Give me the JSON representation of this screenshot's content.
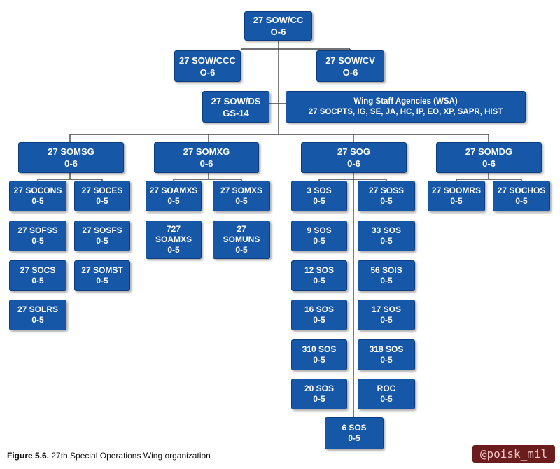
{
  "boxes": {
    "sow_cc": {
      "name": "27 SOW/CC",
      "grade": "O-6"
    },
    "sow_ccc": {
      "name": "27 SOW/CCC",
      "grade": "O-6"
    },
    "sow_cv": {
      "name": "27 SOW/CV",
      "grade": "O-6"
    },
    "sow_ds": {
      "name": "27 SOW/DS",
      "grade": "GS-14"
    },
    "wsa": {
      "name": "Wing Staff Agencies (WSA)",
      "grade": "27 SOCPTS, IG, SE, JA, HC, IP, EO, XP, SAPR, HIST"
    },
    "somsg": {
      "name": "27 SOMSG",
      "grade": "0-6"
    },
    "somxg": {
      "name": "27 SOMXG",
      "grade": "0-6"
    },
    "sog": {
      "name": "27 SOG",
      "grade": "0-6"
    },
    "somdg": {
      "name": "27 SOMDG",
      "grade": "0-6"
    },
    "socons": {
      "name": "27 SOCONS",
      "grade": "0-5"
    },
    "soces": {
      "name": "27 SOCES",
      "grade": "0-5"
    },
    "sofss": {
      "name": "27 SOFSS",
      "grade": "0-5"
    },
    "sosfs": {
      "name": "27 SOSFS",
      "grade": "0-5"
    },
    "socs": {
      "name": "27 SOCS",
      "grade": "0-5"
    },
    "somst": {
      "name": "27 SOMST",
      "grade": "0-5"
    },
    "solrs": {
      "name": "27 SOLRS",
      "grade": "0-5"
    },
    "soamxs": {
      "name": "27 SOAMXS",
      "grade": "0-5"
    },
    "somxs": {
      "name": "27 SOMXS",
      "grade": "0-5"
    },
    "soamxs727": {
      "line1": "727",
      "line2": "SOAMXS",
      "grade": "0-5"
    },
    "somuns": {
      "line1": "27",
      "line2": "SOMUNS",
      "grade": "0-5"
    },
    "sos3": {
      "name": "3 SOS",
      "grade": "0-5"
    },
    "soss": {
      "name": "27 SOSS",
      "grade": "0-5"
    },
    "sos9": {
      "name": "9 SOS",
      "grade": "0-5"
    },
    "sos33": {
      "name": "33 SOS",
      "grade": "0-5"
    },
    "sos12": {
      "name": "12 SOS",
      "grade": "0-5"
    },
    "sois56": {
      "name": "56 SOIS",
      "grade": "0-5"
    },
    "sos16": {
      "name": "16 SOS",
      "grade": "0-5"
    },
    "sos17": {
      "name": "17 SOS",
      "grade": "0-5"
    },
    "sos310": {
      "name": "310 SOS",
      "grade": "0-5"
    },
    "sos318": {
      "name": "318 SOS",
      "grade": "0-5"
    },
    "sos20": {
      "name": "20 SOS",
      "grade": "0-5"
    },
    "roc": {
      "name": "ROC",
      "grade": "0-5"
    },
    "sos6": {
      "name": "6 SOS",
      "grade": "0-5"
    },
    "soomrs": {
      "name": "27 SOOMRS",
      "grade": "0-5"
    },
    "sochos": {
      "name": "27 SOCHOS",
      "grade": "0-5"
    }
  },
  "caption": {
    "label": "Figure 5.6.",
    "text": " 27th Special Operations Wing organization"
  },
  "watermark": "@poisk_mil",
  "colors": {
    "box_fill": "#1657a8",
    "box_border": "#0d3f80",
    "line": "#444444"
  }
}
